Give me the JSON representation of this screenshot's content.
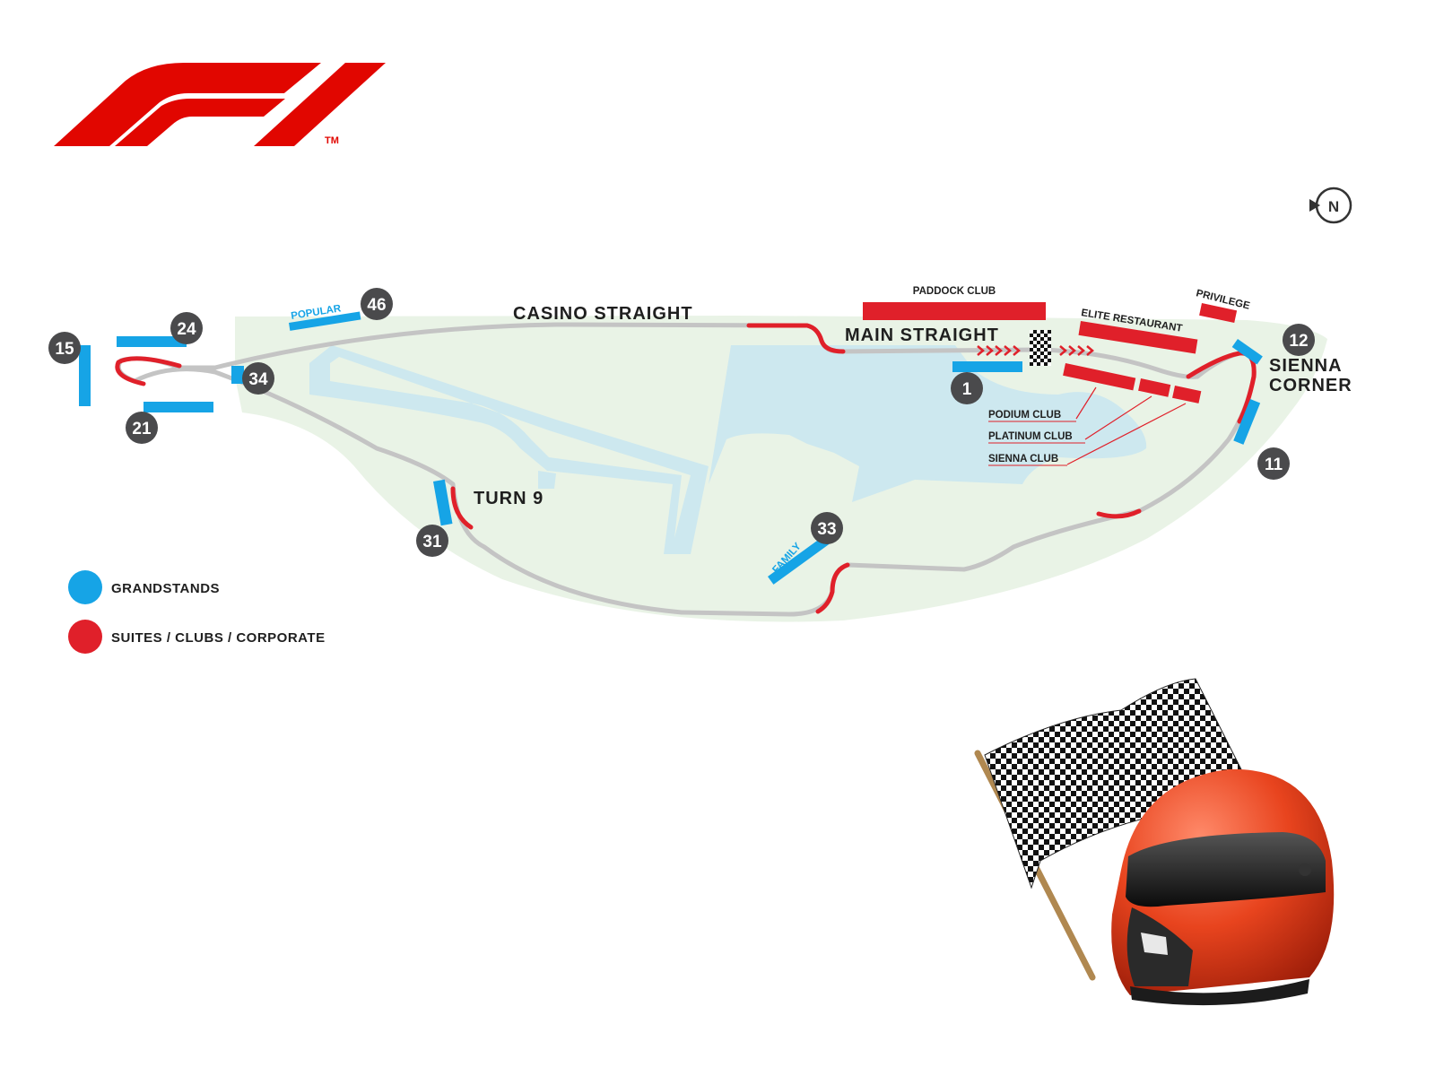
{
  "brand": {
    "logo_text": "F1",
    "trademark": "TM"
  },
  "compass": {
    "label": "N"
  },
  "colors": {
    "grandstand": "#16a4e6",
    "suite": "#e0202a",
    "badge": "#4a4a4c",
    "park": "#e9f3e6",
    "water": "#cde8ef",
    "track": "#c4c4c4",
    "text": "#1f1f1f"
  },
  "track_labels": {
    "casino_straight": "CASINO STRAIGHT",
    "main_straight": "MAIN STRAIGHT",
    "turn_9": "TURN 9",
    "sienna_corner_line1": "SIENNA",
    "sienna_corner_line2": "CORNER"
  },
  "grandstands": {
    "g1": "1",
    "g11": "11",
    "g12": "12",
    "g15": "15",
    "g21": "21",
    "g24": "24",
    "g31": "31",
    "g33": "33",
    "g34": "34",
    "g46": "46",
    "popular_label": "POPULAR",
    "family_label": "FAMILY"
  },
  "suites": {
    "paddock_club": "PADDOCK CLUB",
    "elite_restaurant": "ELITE RESTAURANT",
    "privilege": "PRIVILEGE",
    "podium_club": "PODIUM CLUB",
    "platinum_club": "PLATINUM CLUB",
    "sienna_club": "SIENNA CLUB"
  },
  "legend": {
    "items": [
      {
        "label": "GRANDSTANDS",
        "color": "#16a4e6"
      },
      {
        "label": "SUITES / CLUBS / CORPORATE",
        "color": "#e0202a"
      }
    ]
  },
  "illustration": {
    "flag": "checkered-flag",
    "helmet": "racing-helmet"
  }
}
